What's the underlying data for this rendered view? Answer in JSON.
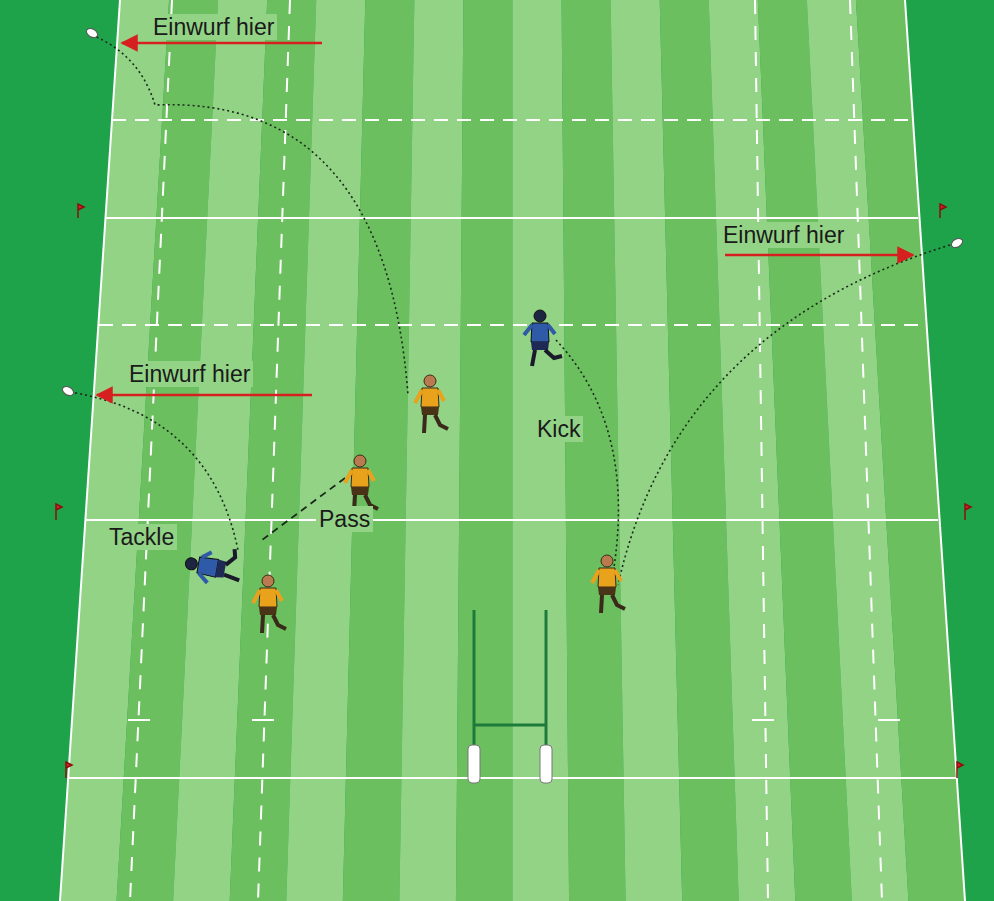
{
  "diagram": {
    "labels": [
      "Einwurf hier",
      "Einwurf hier",
      "Einwurf hier",
      "Kick",
      "Pass",
      "Tackle"
    ]
  }
}
